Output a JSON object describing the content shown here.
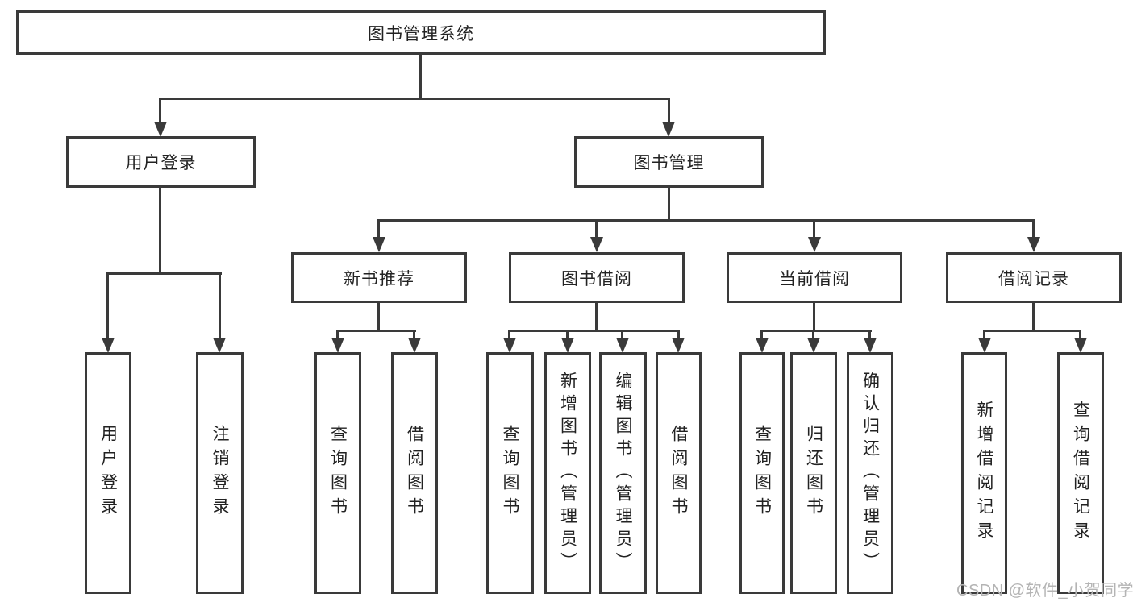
{
  "tree": {
    "label": "图书管理系统",
    "children": [
      {
        "label": "用户登录",
        "children": [
          {
            "label": "用户登录"
          },
          {
            "label": "注销登录"
          }
        ]
      },
      {
        "label": "图书管理",
        "children": [
          {
            "label": "新书推荐",
            "children": [
              {
                "label": "查询图书"
              },
              {
                "label": "借阅图书"
              }
            ]
          },
          {
            "label": "图书借阅",
            "children": [
              {
                "label": "查询图书"
              },
              {
                "label": "新增图书（管理员）"
              },
              {
                "label": "编辑图书（管理员）"
              },
              {
                "label": "借阅图书"
              }
            ]
          },
          {
            "label": "当前借阅",
            "children": [
              {
                "label": "查询图书"
              },
              {
                "label": "归还图书"
              },
              {
                "label": "确认归还（管理员）"
              }
            ]
          },
          {
            "label": "借阅记录",
            "children": [
              {
                "label": "新增借阅记录"
              },
              {
                "label": "查询借阅记录"
              }
            ]
          }
        ]
      }
    ]
  },
  "watermark": {
    "text": "CSDN @软件_小贺同学"
  },
  "colors": {
    "line": "#3a3a3a",
    "text": "#222222",
    "background": "#ffffff",
    "watermark": "#b4b4b4"
  }
}
